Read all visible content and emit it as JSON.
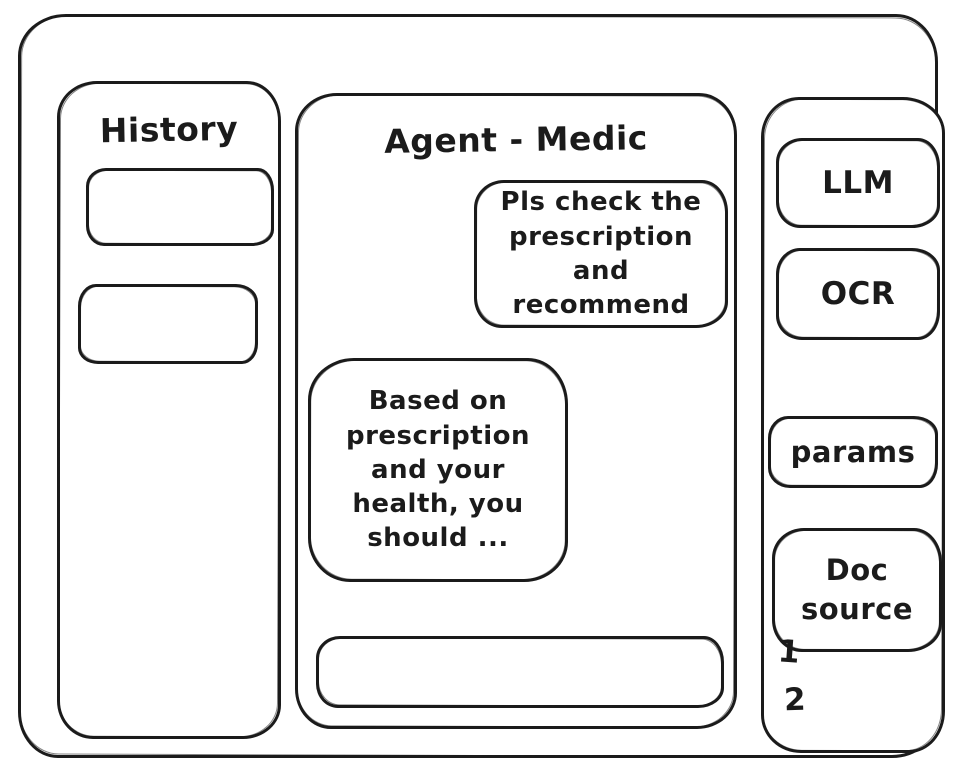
{
  "app": {
    "stroke_color": "#1b1b1b",
    "background_color": "#ffffff"
  },
  "history_panel": {
    "title": "History",
    "items": [
      {
        "label": ""
      },
      {
        "label": ""
      }
    ]
  },
  "chat_panel": {
    "title": "Agent - Medic",
    "messages": [
      {
        "role": "user",
        "text": "Pls check the\nprescription\nand recommend"
      },
      {
        "role": "assistant",
        "text": "Based on\nprescription\nand your\nhealth, you\nshould ..."
      }
    ],
    "input": {
      "value": "",
      "placeholder": ""
    }
  },
  "tools_panel": {
    "llm_label": "LLM",
    "ocr_label": "OCR",
    "params_label": "params",
    "doc_source": {
      "label": "Doc\nsource",
      "items": [
        "1",
        "2"
      ]
    }
  }
}
